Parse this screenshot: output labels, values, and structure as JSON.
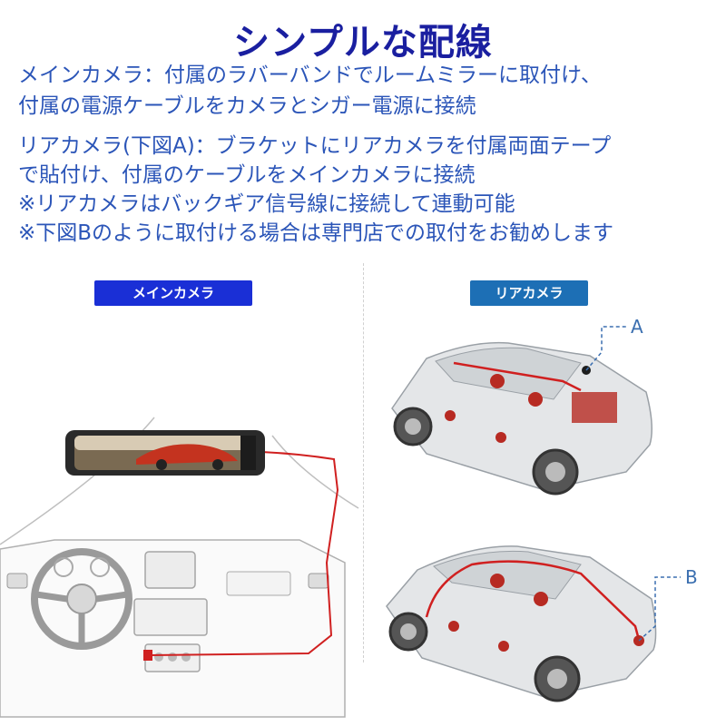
{
  "title": "シンプルな配線",
  "lines": [
    "メインカメラ：付属のラバーバンドでルームミラーに取付け、",
    "付属の電源ケーブルをカメラとシガー電源に接続",
    "リアカメラ(下図A)：ブラケットにリアカメラを付属両面テープ",
    "で貼付け、付属のケーブルをメインカメラに接続",
    "※リアカメラはバックギア信号線に接続して連動可能",
    "※下図Bのように取付ける場合は専門店での取付をお勧めします"
  ],
  "badges": {
    "main": "メインカメラ",
    "rear": "リアカメラ"
  },
  "markers": {
    "a": "A",
    "b": "B"
  },
  "colors": {
    "title": "#1a1fa0",
    "text": "#2b55b8",
    "main_badge": "#1a2fd6",
    "rear_badge": "#1d6fb5",
    "cable": "#d02020"
  }
}
